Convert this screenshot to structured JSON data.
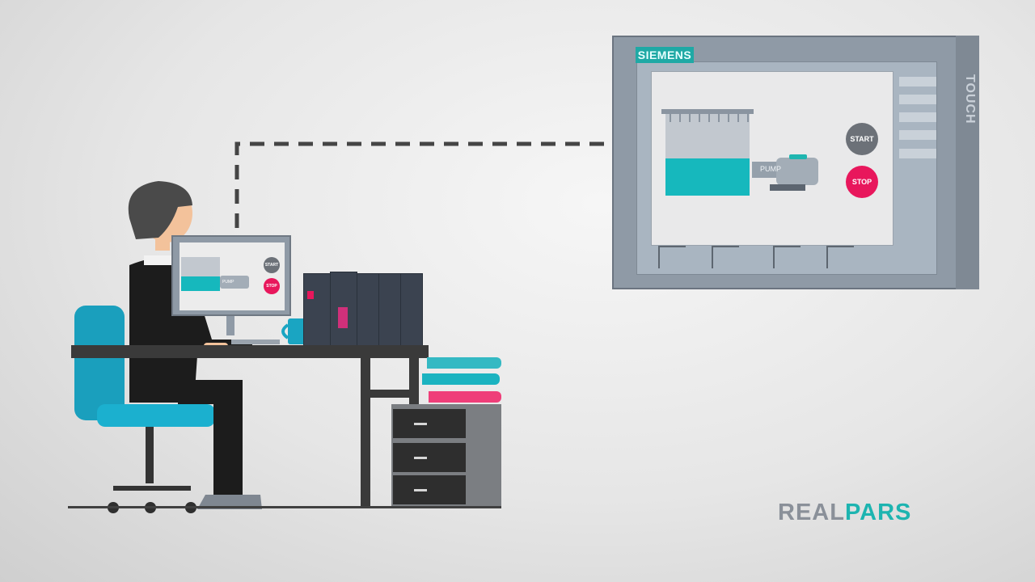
{
  "hmi": {
    "brand": "SIEMENS",
    "side_label": "TOUCH",
    "pump_label": "PUMP",
    "start_label": "START",
    "stop_label": "STOP",
    "softkey_count": 5,
    "function_key_count": 4
  },
  "workstation_monitor": {
    "pump_label": "PUMP",
    "start_label": "START",
    "stop_label": "STOP"
  },
  "logo": {
    "part1": "REAL",
    "part2": "PARS"
  },
  "colors": {
    "teal": "#16b8bd",
    "stop_red": "#e8175c",
    "panel_gray": "#8f9aa6",
    "siemens_teal": "#1fa9a5"
  }
}
